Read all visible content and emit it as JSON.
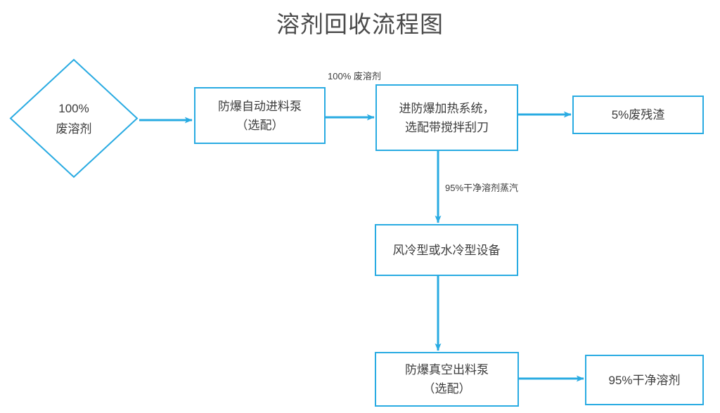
{
  "title": "溶剂回收流程图",
  "colors": {
    "accent": "#29ABE2",
    "node_border": "#29ABE2",
    "node_text": "#3c3c3c",
    "title_text": "#4a4a4a",
    "background": "#ffffff"
  },
  "nodes": {
    "waste_solvent": {
      "shape": "diamond",
      "line1": "100%",
      "line2": "废溶剂"
    },
    "feed_pump": {
      "shape": "rect",
      "line1": "防爆自动进料泵",
      "line2": "（选配）"
    },
    "heating_system": {
      "shape": "rect",
      "line1": "进防爆加热系统，",
      "line2": "选配带搅拌刮刀"
    },
    "waste_residue": {
      "shape": "rect",
      "line1": "5%废残渣",
      "line2": ""
    },
    "cooling_equipment": {
      "shape": "rect",
      "line1": "风冷型或水冷型设备",
      "line2": ""
    },
    "vacuum_discharge_pump": {
      "shape": "rect",
      "line1": "防爆真空出料泵",
      "line2": "（选配）"
    },
    "clean_solvent": {
      "shape": "rect",
      "line1": "95%干净溶剂",
      "line2": ""
    }
  },
  "edge_labels": {
    "feed_to_heating": {
      "line1": "100%",
      "line2": "废溶剂"
    },
    "heating_to_cooling": {
      "line1": "95%干净溶剂蒸汽",
      "line2": ""
    }
  }
}
